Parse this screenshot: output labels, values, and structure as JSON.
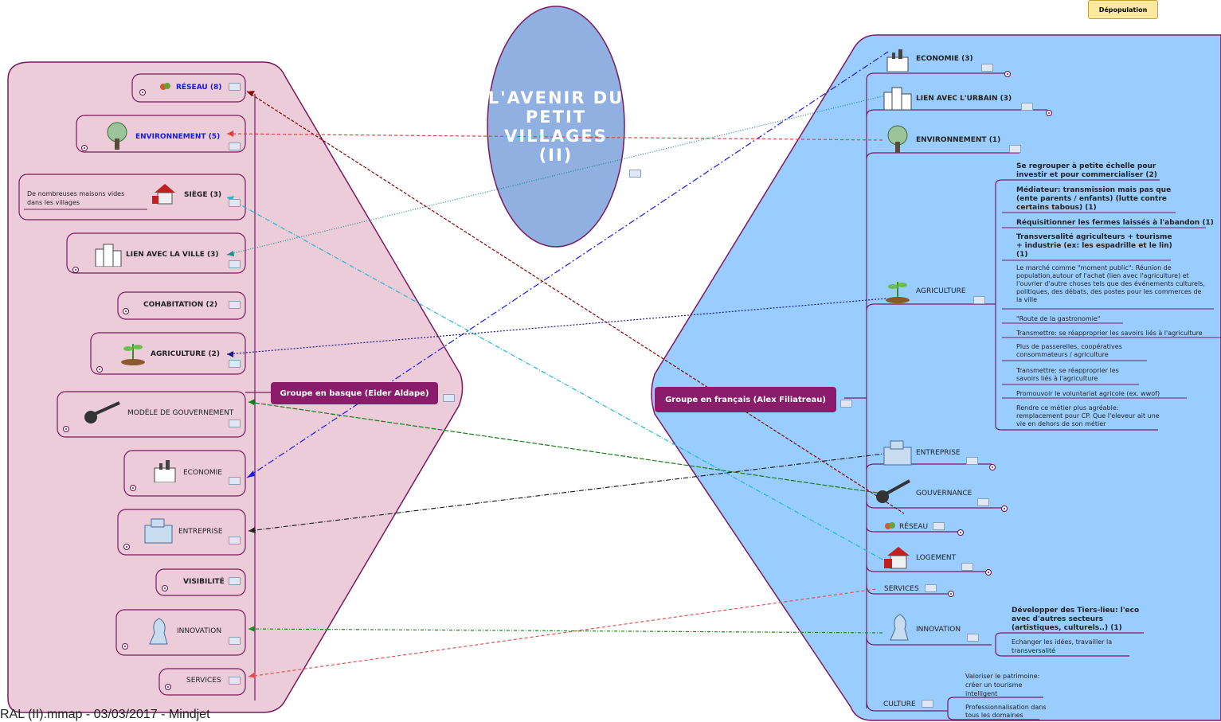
{
  "title": "L'AVENIR DU PETIT VILLAGES (II)",
  "badge": "Dépopulation",
  "footer": "RAL (II).mmap - 03/03/2017 - Mindjet",
  "colors": {
    "left_fill": "#e9c8d6",
    "right_fill": "#99ccff",
    "outline": "#7a1a5f",
    "title_fill": "#8fb0e0"
  },
  "left": {
    "group": "Groupe en basque (Eider Aldape)",
    "nodes": {
      "reseau": "RÉSEAU (8)",
      "environnement": "ENVIRONNEMENT (5)",
      "siege": "SIÈGE (3)",
      "siege_note": "De nombreuses maisons vides dans les villages",
      "lien": "LIEN AVEC LA VILLE (3)",
      "cohabitation": "COHABITATION (2)",
      "agriculture": "AGRICULTURE (2)",
      "modele": "MODÈLE DE GOUVERNEMENT",
      "economie": "ECONOMIE",
      "entreprise": "ENTREPRISE",
      "visibilite": "VISIBILITÉ",
      "innovation": "INNOVATION",
      "services": "SERVICES"
    }
  },
  "right": {
    "group": "Groupe en français (Alex Filiatreau)",
    "nodes": {
      "economie": "ECONOMIE (3)",
      "lien": "LIEN AVEC L'URBAIN (3)",
      "environnement": "ENVIRONNEMENT (1)",
      "agriculture": "AGRICULTURE",
      "entreprise": "ENTREPRISE",
      "gouvernance": "GOUVERNANCE",
      "reseau": "RÉSEAU",
      "logement": "LOGEMENT",
      "services": "SERVICES",
      "innovation": "INNOVATION",
      "culture": "CULTURE"
    },
    "agri_items": [
      "Se regrouper à petite échelle pour investir et pour commercialiser (2)",
      "Médiateur: transmission mais pas que (ente parents / enfants) (lutte contre certains tabous) (1)",
      "Réquisitionner les fermes laissés à l'abandon (1)",
      "Transversalité agriculteurs + tourisme + industrie (ex: les espadrille et le lin) (1)",
      "Le marché comme \"moment public\": Réunion de population,autour of l'achat (lien avec l'agriculture) et l'ouvrier d'autre choses tels que des événements culturels, politiques, des débats, des postes pour les commerces de la ville",
      "\"Route de la gastronomie\"",
      "Transmettre: se réapproprier les savoirs liés à l'agriculture",
      "Plus de passerelles, coopératives consommateurs / agriculture",
      "Transmettre: se réapproprier les savoirs liés à l'agriculture",
      "Promouvoir le voluntariat agricole (ex. wwof)",
      "Rendre ce métier plus agréable: remplacement pour CP. Que l'eleveur ait une vie en dehors de son métier"
    ],
    "innov_items": [
      "Développer des Tiers-lieu: l'eco avec d'autres secteurs (artistiques, culturels..) (1)",
      "Echanger les idées, travailler la transversalité"
    ],
    "culture_items": [
      "Valoriser le patrimoine: créer un tourisme intelligent",
      "Professionnalisation dans tous les domaines"
    ]
  }
}
